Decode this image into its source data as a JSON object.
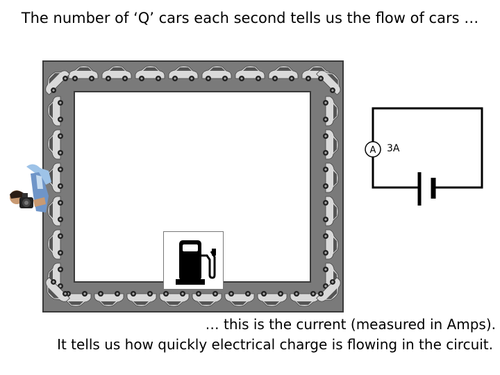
{
  "title": "The number of ‘Q’ cars each second tells us the flow of cars …",
  "caption_line1": "… this is the current (measured in Amps).",
  "caption_line2": "It tells us how quickly electrical charge is flowing in the circuit.",
  "ammeter": {
    "symbol": "A",
    "reading": "3A"
  },
  "colors": {
    "track": "#7a7a7a",
    "car_body": "#d9d9d9",
    "wire": "#000000"
  },
  "icons": [
    "car-icon",
    "fuel-pump-icon",
    "camera-person-icon",
    "ammeter-icon",
    "battery-icon"
  ]
}
